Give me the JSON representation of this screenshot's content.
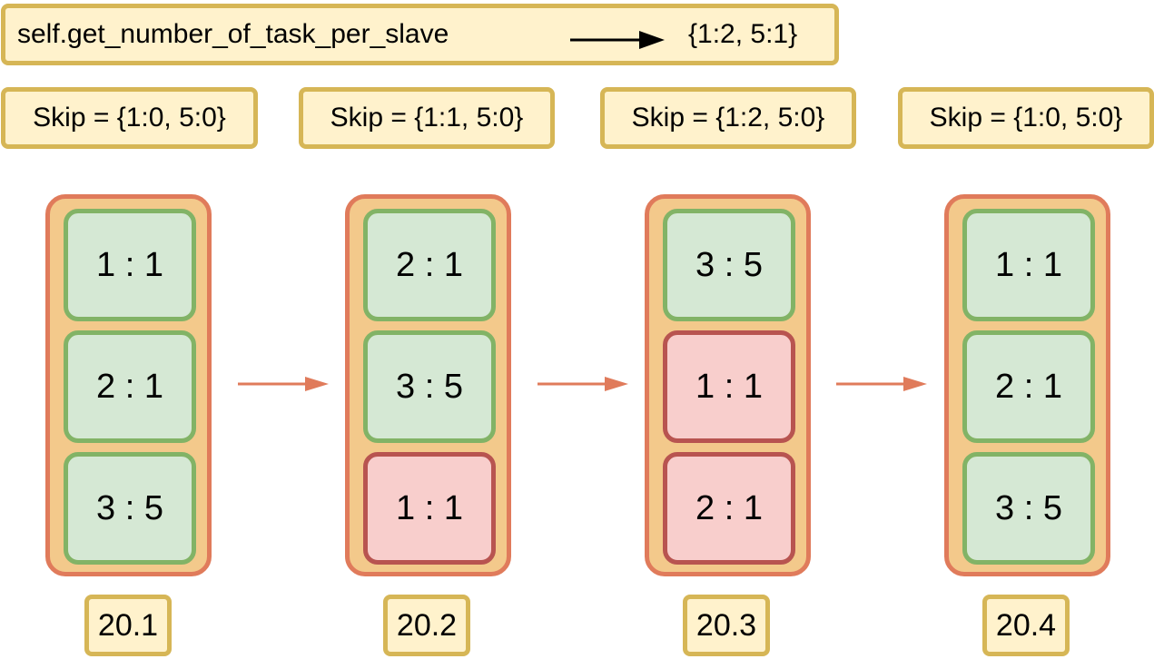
{
  "header": {
    "function_call": "self.get_number_of_task_per_slave",
    "result": "{1:2, 5:1}"
  },
  "skips": [
    "Skip = {1:0, 5:0}",
    "Skip = {1:1, 5:0}",
    "Skip = {1:2, 5:0}",
    "Skip = {1:0, 5:0}"
  ],
  "columns": [
    {
      "id": "20.1",
      "cells": [
        {
          "label": "1 : 1",
          "status": "ok"
        },
        {
          "label": "2 : 1",
          "status": "ok"
        },
        {
          "label": "3 : 5",
          "status": "ok"
        }
      ]
    },
    {
      "id": "20.2",
      "cells": [
        {
          "label": "2 : 1",
          "status": "ok"
        },
        {
          "label": "3 : 5",
          "status": "ok"
        },
        {
          "label": "1 : 1",
          "status": "skipped"
        }
      ]
    },
    {
      "id": "20.3",
      "cells": [
        {
          "label": "3 : 5",
          "status": "ok"
        },
        {
          "label": "1 : 1",
          "status": "skipped"
        },
        {
          "label": "2 : 1",
          "status": "skipped"
        }
      ]
    },
    {
      "id": "20.4",
      "cells": [
        {
          "label": "1 : 1",
          "status": "ok"
        },
        {
          "label": "2 : 1",
          "status": "ok"
        },
        {
          "label": "3 : 5",
          "status": "ok"
        }
      ]
    }
  ],
  "colors": {
    "ok_fill": "#d5e8d4",
    "ok_stroke": "#82b366",
    "skipped_fill": "#f8cecc",
    "skipped_stroke": "#b85450",
    "column_fill": "#f3c98b",
    "column_stroke": "#e07b5b",
    "note_fill": "#fff2cc",
    "note_stroke": "#d6b656",
    "flow_arrow": "#e07b5b"
  }
}
